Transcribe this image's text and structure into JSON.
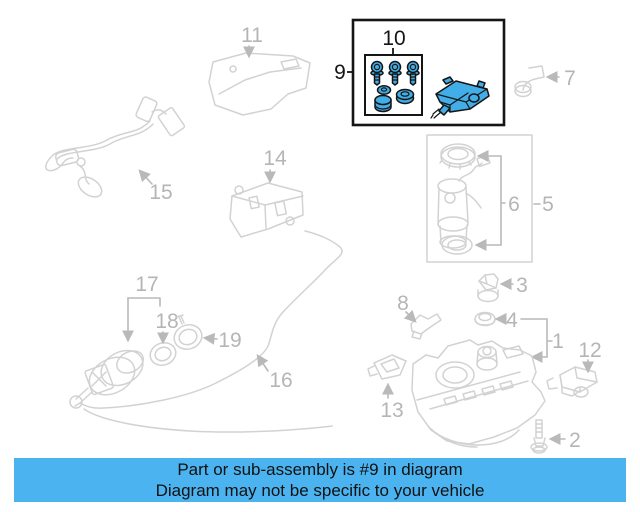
{
  "banner": {
    "line1": "Part or sub-assembly is #9 in diagram",
    "line2": "Diagram may not be specific to your vehicle",
    "background_color": "#4bb4f0",
    "text_color": "#111111"
  },
  "diagram": {
    "highlight_box": {
      "outer_label": "9",
      "inner_label": "10"
    },
    "highlight_fill": "#41aee8",
    "line_color": "#d2d2d2",
    "label_color": "#b5b5b5",
    "callouts": {
      "1": "1",
      "2": "2",
      "3": "3",
      "4": "4",
      "5": "5",
      "6": "6",
      "7": "7",
      "8": "8",
      "11": "11",
      "12": "12",
      "13": "13",
      "14": "14",
      "15": "15",
      "16": "16",
      "17": "17",
      "18": "18",
      "19": "19"
    }
  }
}
